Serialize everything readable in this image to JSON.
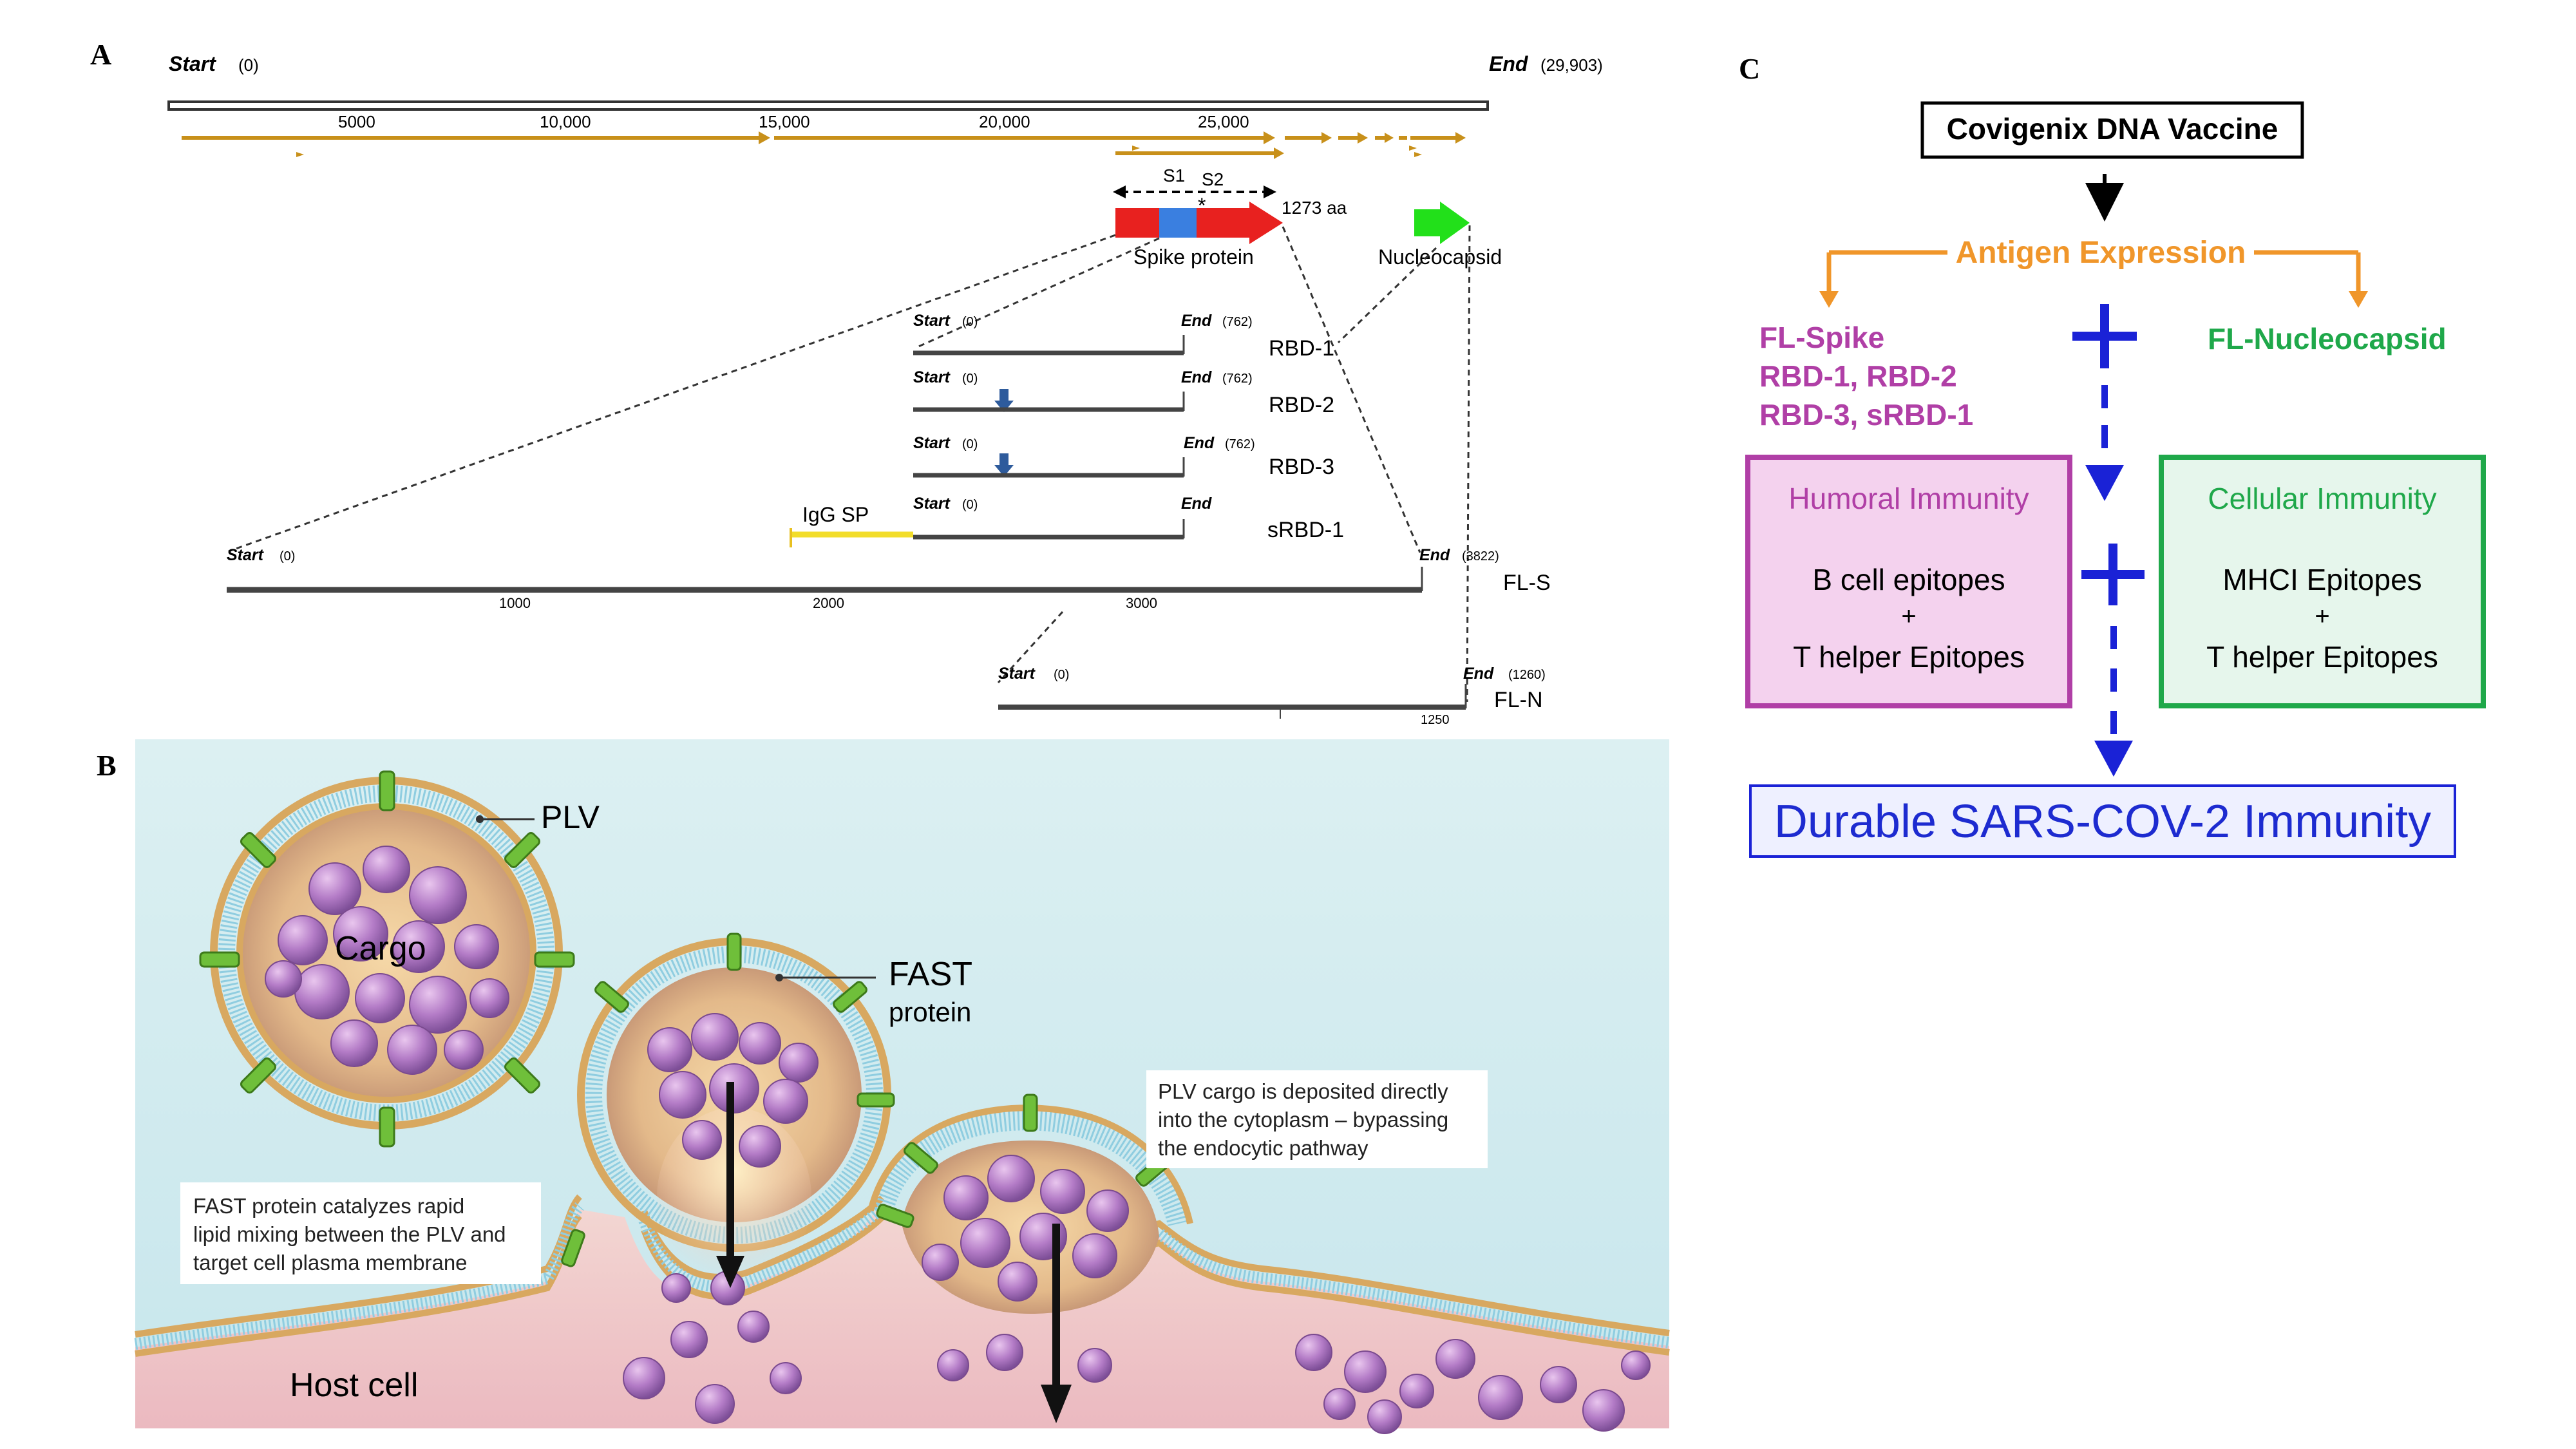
{
  "panels": {
    "a": "A",
    "b": "B",
    "c": "C"
  },
  "genome": {
    "start_label": "Start",
    "start_val": "(0)",
    "end_label": "End",
    "end_val": "(29,903)",
    "ticks": [
      "5000",
      "10,000",
      "15,000",
      "20,000",
      "25,000"
    ],
    "s1": "S1",
    "s2": "S2",
    "aa": "1273 aa",
    "star": "*",
    "spike_label": "Spike protein",
    "nucleocapsid_label": "Nucleocapsid"
  },
  "constructs": {
    "rbd1": {
      "start": "Start",
      "start_val": "(0)",
      "end": "End",
      "end_val": "(762)",
      "name": "RBD-1"
    },
    "rbd2": {
      "start": "Start",
      "start_val": "(0)",
      "end": "End",
      "end_val": "(762)",
      "name": "RBD-2"
    },
    "rbd3": {
      "start": "Start",
      "start_val": "(0)",
      "end": "End",
      "end_val": "(762)",
      "name": "RBD-3"
    },
    "srbd1": {
      "start": "Start",
      "start_val": "(0)",
      "end": "End",
      "name": "sRBD-1",
      "sp": "IgG SP"
    },
    "fls": {
      "start": "Start",
      "start_val": "(0)",
      "end": "End",
      "end_val": "(3822)",
      "name": "FL-S",
      "ticks": [
        "1000",
        "2000",
        "3000"
      ]
    },
    "fln": {
      "start": "Start",
      "start_val": "(0)",
      "end": "End",
      "end_val": "(1260)",
      "name": "FL-N",
      "tick": "1250"
    }
  },
  "panel_b": {
    "plv": "PLV",
    "cargo": "Cargo",
    "fast1": "FAST",
    "fast2": "protein",
    "host": "Host cell",
    "note1": [
      "FAST protein catalyzes rapid",
      "lipid mixing between the PLV and",
      "target cell plasma membrane"
    ],
    "note2": [
      "PLV cargo is deposited directly",
      "into the cytoplasm – bypassing",
      "the endocytic pathway"
    ]
  },
  "panel_c": {
    "vaccine": "Covigenix DNA Vaccine",
    "antigen": "Antigen Expression",
    "spike_list": [
      "FL-Spike",
      "RBD-1, RBD-2",
      "RBD-3, sRBD-1"
    ],
    "nucleocapsid": "FL-Nucleocapsid",
    "humoral": {
      "title": "Humoral Immunity",
      "l1": "B cell epitopes",
      "plus": "+",
      "l2": "T helper Epitopes"
    },
    "cellular": {
      "title": "Cellular Immunity",
      "l1": "MHCI Epitopes",
      "plus": "+",
      "l2": "T helper Epitopes"
    },
    "plus_sign": "+",
    "result": "Durable SARS-COV-2 Immunity"
  },
  "colors": {
    "spike_red": "#e8211f",
    "rbd_blue": "#3a7fe0",
    "nucleo_green": "#22e01a",
    "orange": "#f0962a",
    "purple": "#b03fa6",
    "green": "#1fa84a",
    "blue": "#1a22d6",
    "result_text": "#1d2bd0",
    "humoral_bg": "#f4d2ee",
    "cellular_bg": "#e6f6ec"
  }
}
